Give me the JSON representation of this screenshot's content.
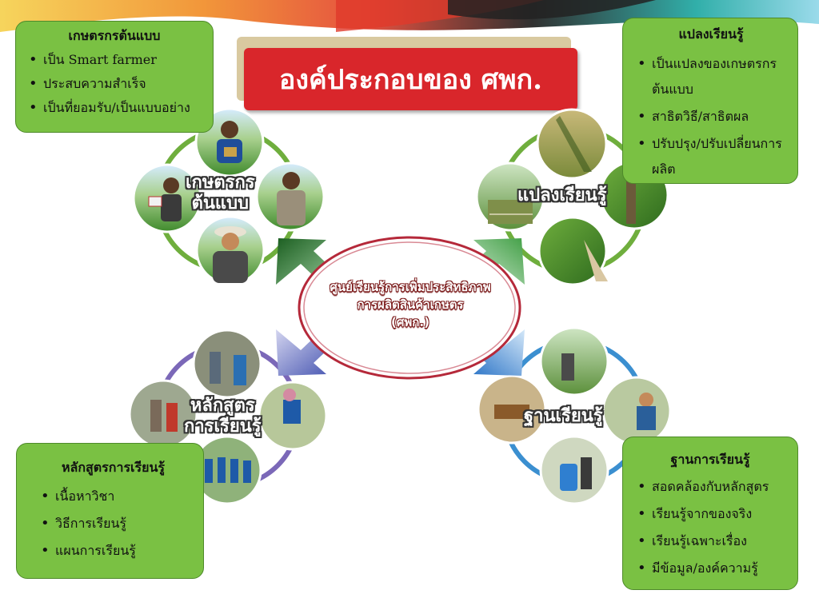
{
  "slide_title": "องค์ประกอบของ ศพก.",
  "center": {
    "line1": "ศูนย์เรียนรู้การเพิ่มประสิทธิภาพ",
    "line2": "การผลิตสินค้าเกษตร",
    "line3": "(ศพก.)"
  },
  "clusters": {
    "farmer": {
      "label_line1": "เกษตรกร",
      "label_line2": "ต้นแบบ"
    },
    "plot": {
      "label": "แปลงเรียนรู้"
    },
    "curriculum": {
      "label_line1": "หลักสูตร",
      "label_line2": "การเรียนรู้"
    },
    "station": {
      "label": "ฐานเรียนรู้"
    }
  },
  "boxes": {
    "farmer": {
      "title": "เกษตรกรต้นแบบ",
      "items": [
        "เป็น Smart farmer",
        "ประสบความสำเร็จ",
        "เป็นที่ยอมรับ/เป็นแบบอย่าง"
      ]
    },
    "plot": {
      "title": "แปลงเรียนรู้",
      "items": [
        "เป็นแปลงของเกษตรกรต้นแบบ",
        "สาธิตวิธี/สาธิตผล",
        "ปรับปรุง/ปรับเปลี่ยนการผลิต"
      ]
    },
    "curriculum": {
      "title": "หลักสูตรการเรียนรู้",
      "items": [
        "เนื้อหาวิชา",
        "วิธีการเรียนรู้",
        "แผนการเรียนรู้"
      ]
    },
    "station": {
      "title": "ฐานการเรียนรู้",
      "items": [
        "สอดคล้องกับหลักสูตร",
        "เรียนรู้จากของจริง",
        "เรียนรู้เฉพาะเรื่อง",
        "มีข้อมูล/องค์ความรู้"
      ]
    }
  },
  "colors": {
    "box_green": "#7ac143",
    "title_red": "#d9262b",
    "center_ring": "#b5293a",
    "arrow_farmer": "#2e7d32",
    "arrow_plot": "#66bb6a",
    "arrow_curriculum": "#4a4ab0",
    "arrow_station": "#1e88e5"
  }
}
